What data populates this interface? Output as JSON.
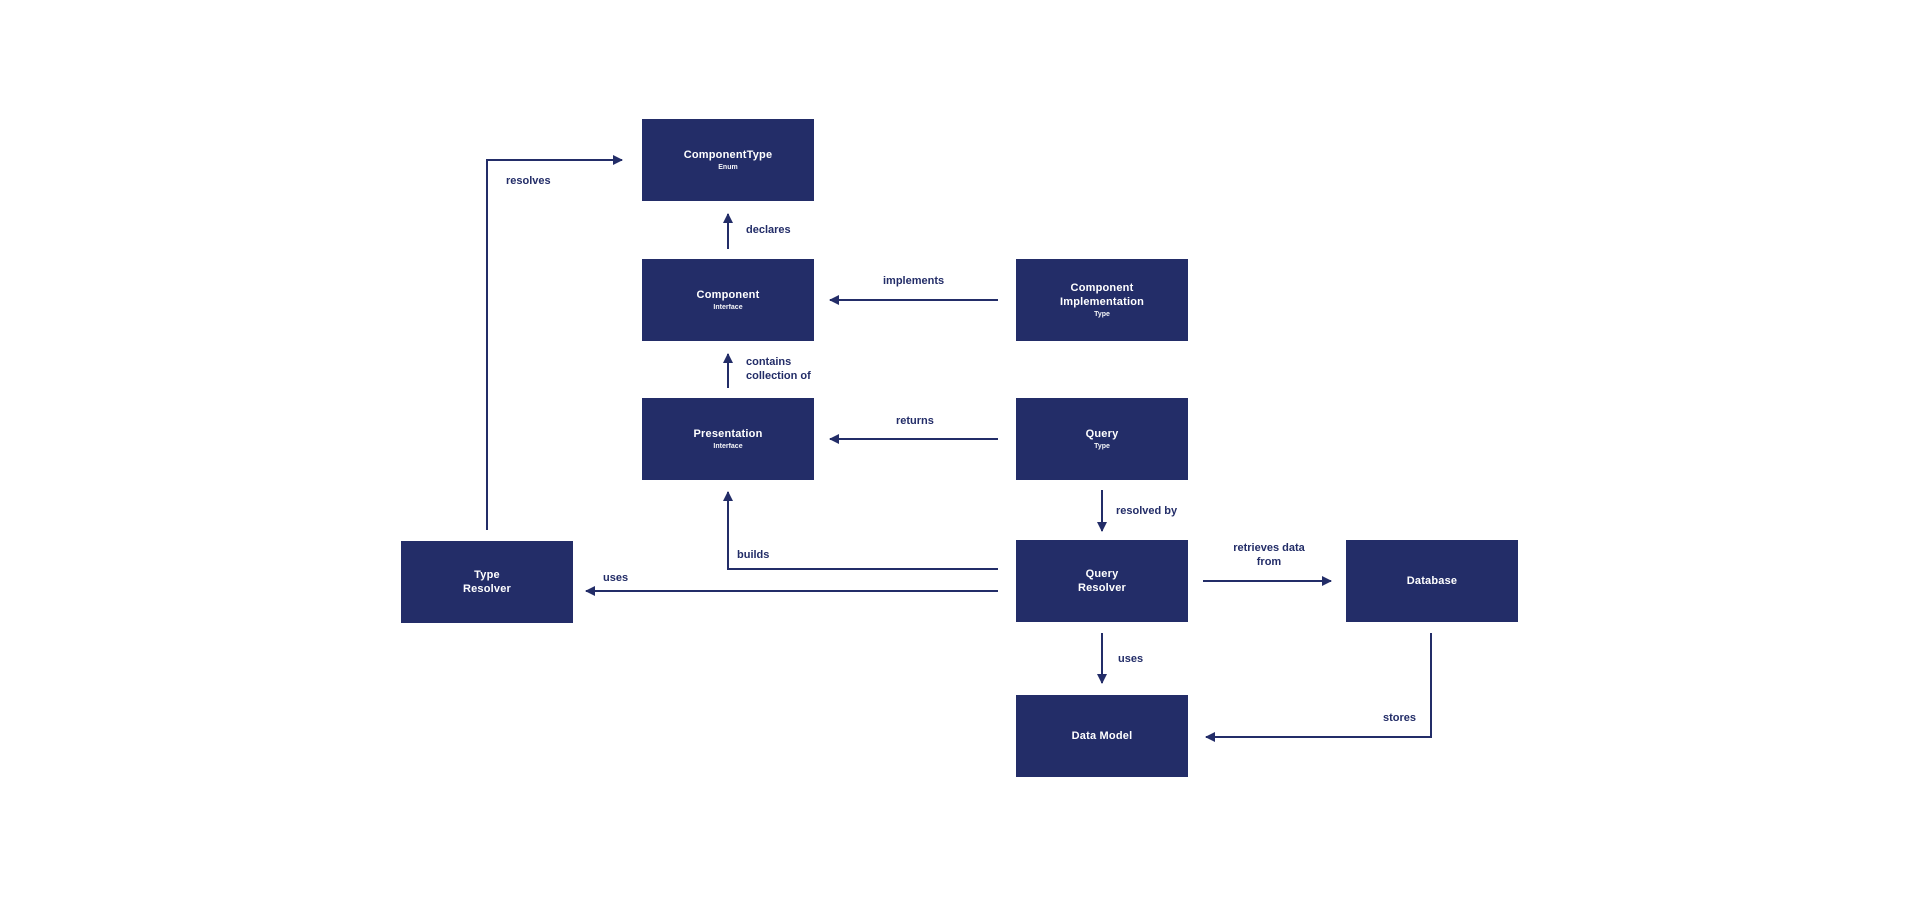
{
  "colors": {
    "node_fill": "#232d68",
    "node_text": "#ffffff",
    "edge": "#232d68",
    "background": "#ffffff"
  },
  "nodes": {
    "component_type": {
      "title": "ComponentType",
      "subtitle": "Enum"
    },
    "component": {
      "title": "Component",
      "subtitle": "Interface"
    },
    "component_implementation": {
      "title": "Component\nImplementation",
      "subtitle": "Type"
    },
    "presentation": {
      "title": "Presentation",
      "subtitle": "Interface"
    },
    "query": {
      "title": "Query",
      "subtitle": "Type"
    },
    "type_resolver": {
      "title": "Type\nResolver",
      "subtitle": ""
    },
    "query_resolver": {
      "title": "Query\nResolver",
      "subtitle": ""
    },
    "database": {
      "title": "Database",
      "subtitle": ""
    },
    "data_model": {
      "title": "Data Model",
      "subtitle": ""
    }
  },
  "edges": {
    "resolves": "resolves",
    "declares": "declares",
    "implements": "implements",
    "contains": "contains\ncollection of",
    "returns": "returns",
    "resolved_by": "resolved by",
    "builds": "builds",
    "uses_type_resolver": "uses",
    "retrieves": "retrieves data\nfrom",
    "uses_data_model": "uses",
    "stores": "stores"
  }
}
